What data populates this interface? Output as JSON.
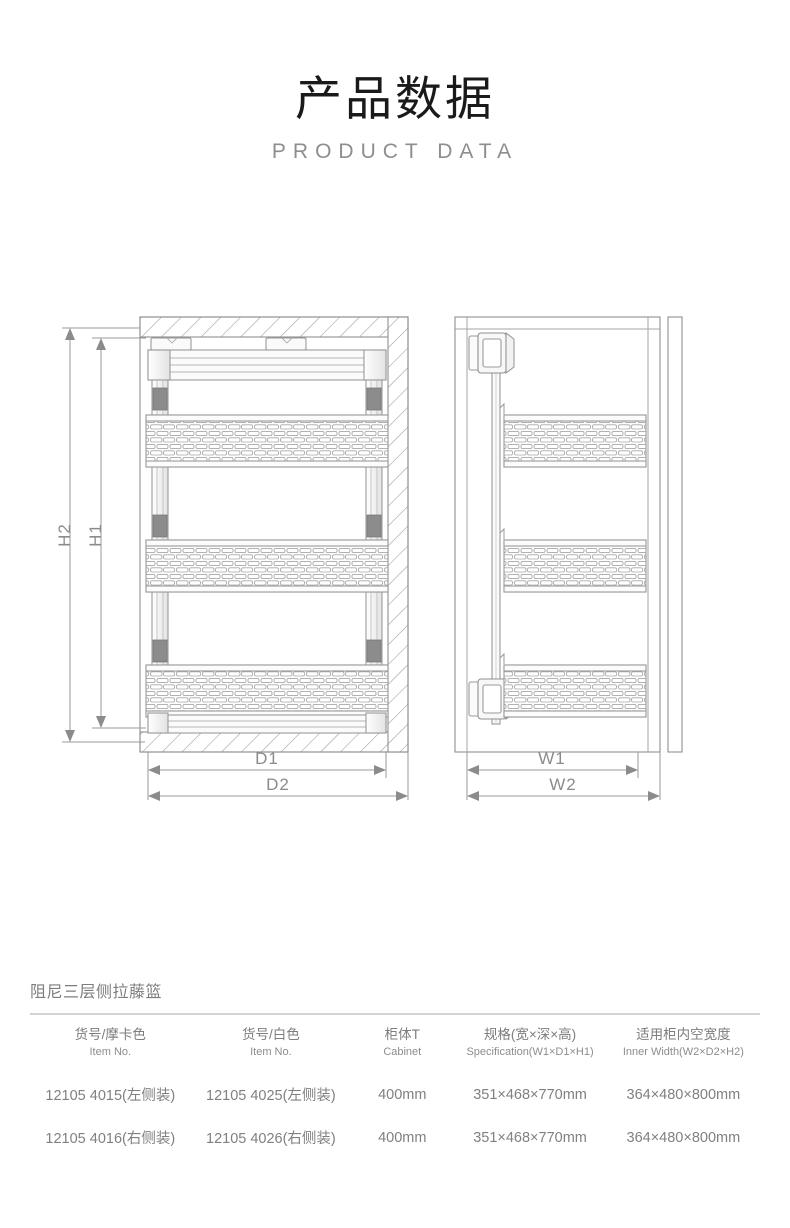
{
  "header": {
    "title_cn": "产品数据",
    "title_en": "PRODUCT DATA"
  },
  "diagram": {
    "labels": {
      "h2": "H2",
      "h1": "H1",
      "d1": "D1",
      "d2": "D2",
      "w1": "W1",
      "w2": "W2"
    },
    "views": {
      "left": "front-elevation-view",
      "right": "side-section-view"
    },
    "tiers": 3
  },
  "spec": {
    "section_title": "阻尼三层侧拉藤篮",
    "columns": [
      {
        "cn": "货号/摩卡色",
        "en": "Item No."
      },
      {
        "cn": "货号/白色",
        "en": "Item No."
      },
      {
        "cn": "柜体T",
        "en": "Cabinet"
      },
      {
        "cn": "规格(宽×深×高)",
        "en": "Specification(W1×D1×H1)"
      },
      {
        "cn": "适用柜内空宽度",
        "en": "Inner Width(W2×D2×H2)"
      }
    ],
    "rows": [
      {
        "item_mocha": "12105 4015(左侧装)",
        "item_white": "12105 4025(左侧装)",
        "cabinet": "400mm",
        "specification": "351×468×770mm",
        "inner_width": "364×480×800mm"
      },
      {
        "item_mocha": "12105 4016(右侧装)",
        "item_white": "12105 4026(右侧装)",
        "cabinet": "400mm",
        "specification": "351×468×770mm",
        "inner_width": "364×480×800mm"
      }
    ]
  },
  "colors": {
    "title_dark": "#1a1a1a",
    "subtitle_gray": "#8e8e8e",
    "table_gray": "#808080",
    "rule_gray": "#d4d4d4",
    "line_gray": "#9a9a9a"
  }
}
